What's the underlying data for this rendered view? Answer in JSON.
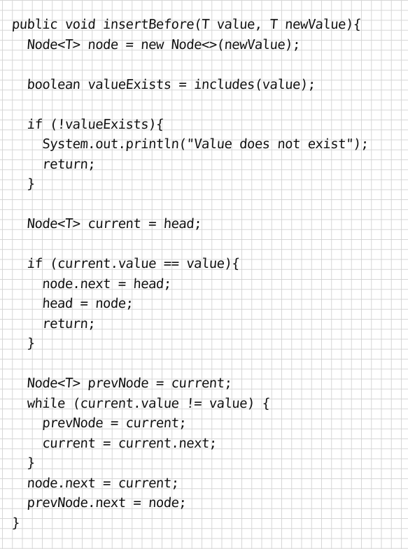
{
  "code": {
    "lines": [
      "public void insertBefore(T value, T newValue){",
      "  Node<T> node = new Node<>(newValue);",
      "",
      "  boolean valueExists = includes(value);",
      "",
      "  if (!valueExists){",
      "    System.out.println(\"Value does not exist\");",
      "    return;",
      "  }",
      "",
      "  Node<T> current = head;",
      "",
      "  if (current.value == value){",
      "    node.next = head;",
      "    head = node;",
      "    return;",
      "  }",
      "",
      "  Node<T> prevNode = current;",
      "  while (current.value != value) {",
      "    prevNode = current;",
      "    current = current.next;",
      "  }",
      "  node.next = current;",
      "  prevNode.next = node;",
      "}"
    ]
  }
}
